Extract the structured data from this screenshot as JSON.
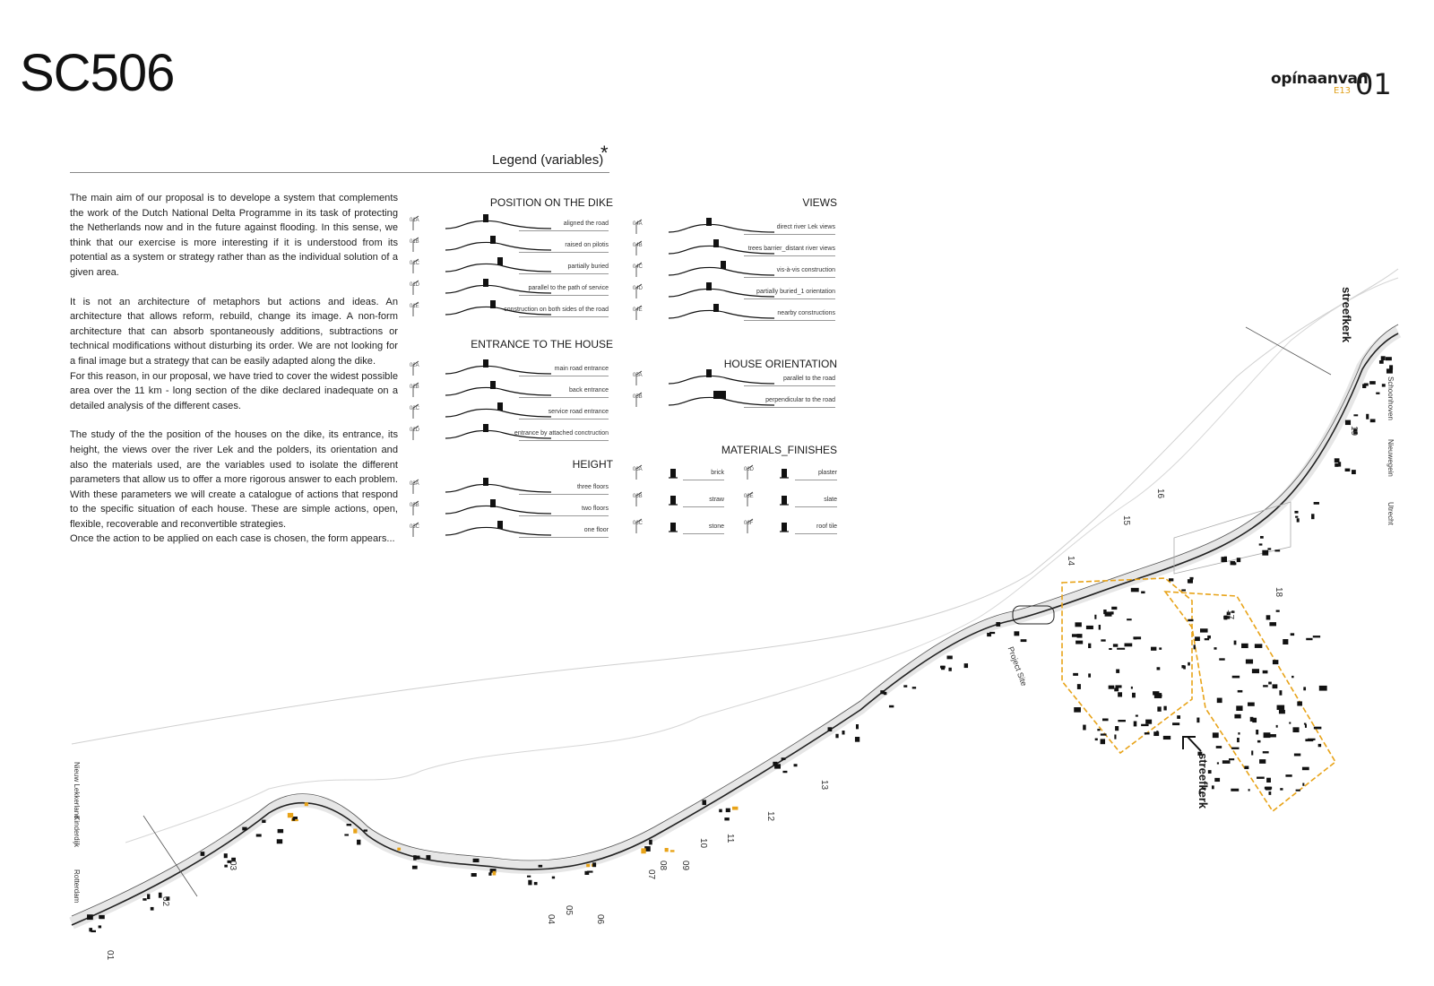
{
  "header": {
    "code": "SC506",
    "brand_name": "opínaanvan",
    "brand_num": "01",
    "brand_sub": "E13"
  },
  "legend": {
    "title": "Legend (variables)",
    "star": "*"
  },
  "intro": {
    "p1": "The main aim of our proposal is to develope a system that complements the work of the Dutch National Delta Programme in its task of protecting the Netherlands now and in the future against flooding. In this sense, we think that our exercise is more interesting if it is understood from its potential as a system or strategy rather than as the individual solution of a given area.",
    "p2": "It is not an architecture of metaphors but actions and ideas. An architecture that allows reform, rebuild, change its image. A non-form architecture that can absorb spontaneously additions, subtractions or technical modifications without disturbing its order. We are not looking for a final image but a strategy that can be easily adapted along the dike.",
    "p3": "For this reason, in our proposal, we have tried to cover the widest possible area over the 11 km - long section of the dike declared inadequate on a detailed analysis of the different cases.",
    "p4": "The study of the the position of the houses on the dike, its entrance, its height, the views over the river Lek and the polders, its orientation and also the materials used, are the variables used to isolate the different parameters that allow us to offer a more rigorous answer to each problem. With these parameters we will create a catalogue of actions that respond to the specific situation of each house. These are simple actions, open, flexible, recoverable and reconvertible strategies.",
    "p5": "Once the action to be applied on each case is chosen, the form appears..."
  },
  "sections": {
    "position": {
      "title": "POSITION ON THE DIKE",
      "items": [
        {
          "code": "01A",
          "label": "aligned the road"
        },
        {
          "code": "01B",
          "label": "raised on pilotis"
        },
        {
          "code": "01C",
          "label": "partially buried"
        },
        {
          "code": "01D",
          "label": "parallel to the path of  service"
        },
        {
          "code": "01E",
          "label": "construction on both sides of the road"
        }
      ]
    },
    "entrance": {
      "title": "ENTRANCE TO THE HOUSE",
      "items": [
        {
          "code": "02A",
          "label": "main road entrance"
        },
        {
          "code": "02B",
          "label": "back entrance"
        },
        {
          "code": "02C",
          "label": "service road entrance"
        },
        {
          "code": "02D",
          "label": "entrance by attached conctruction"
        }
      ]
    },
    "height": {
      "title": "HEIGHT",
      "items": [
        {
          "code": "03A",
          "label": "three floors"
        },
        {
          "code": "03B",
          "label": "two floors"
        },
        {
          "code": "03C",
          "label": "one floor"
        }
      ]
    },
    "views": {
      "title": "VIEWS",
      "items": [
        {
          "code": "04A",
          "label": "direct river Lek views"
        },
        {
          "code": "04B",
          "label": "trees barrier_distant river views"
        },
        {
          "code": "04C",
          "label": "vis-à-vis construction"
        },
        {
          "code": "04D",
          "label": "partially buried_1 orientation"
        },
        {
          "code": "04E",
          "label": "nearby constructions"
        }
      ]
    },
    "orientation": {
      "title": "HOUSE ORIENTATION",
      "items": [
        {
          "code": "05A",
          "label": "parallel to the road"
        },
        {
          "code": "05B",
          "label": "perpendicular to the road"
        }
      ]
    },
    "materials": {
      "title": "MATERIALS_FINISHES",
      "left": [
        {
          "code": "06A",
          "label": "brick"
        },
        {
          "code": "06B",
          "label": "straw"
        },
        {
          "code": "06C",
          "label": "stone"
        }
      ],
      "right": [
        {
          "code": "06D",
          "label": "plaster"
        },
        {
          "code": "06E",
          "label": "slate"
        },
        {
          "code": "06F",
          "label": "roof tile"
        }
      ]
    }
  },
  "map": {
    "town_top": "streefkerk",
    "town_center": "streefkerk",
    "project_site": "Project Site",
    "numbers": [
      "01",
      "02",
      "03",
      "04",
      "05",
      "06",
      "07",
      "08",
      "09",
      "10",
      "11",
      "12",
      "13",
      "14",
      "15",
      "16",
      "17",
      "18",
      "19"
    ],
    "places_left": [
      "Nieuw Lekkerland",
      "Kinderdijk",
      "Rotterdam"
    ],
    "places_right": [
      "Schoonhoven",
      "Nieuwegein",
      "Utrecht"
    ],
    "accent": "#e8a318"
  }
}
